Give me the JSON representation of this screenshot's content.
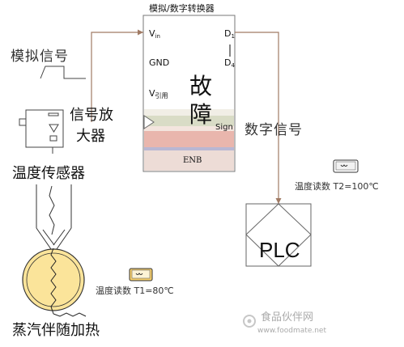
{
  "adc": {
    "title": "模拟/数字转换器",
    "vin": "V",
    "vin_sub": "in",
    "gnd": "GND",
    "vref": "V",
    "vref_sub": "引用",
    "d1": "D",
    "d1_sub": "1",
    "d4": "D",
    "d4_sub": "4",
    "fault_1": "故",
    "fault_2": "障",
    "sign": "Sign",
    "enb": "ENB"
  },
  "labels": {
    "analog_signal": "模拟信号",
    "amplifier_1": "信号放",
    "amplifier_2": "大器",
    "temp_sensor": "温度传感器",
    "digital_signal": "数字信号",
    "plc": "PLC",
    "reading_t2": "温度读数 T2=100℃",
    "reading_t1": "温度读数 T1=80℃",
    "steam_tracing": "蒸汽伴随加热",
    "watermark_1": "食品伙伴网",
    "watermark_2": "www.foodmate.net"
  },
  "colors": {
    "wire": "#a07a64",
    "adc_stripe_green": "#d9dcc6",
    "adc_stripe_pink": "#e9b6ad",
    "adc_stripe_blue": "#b9b7d3",
    "adc_stripe_light": "#eddcd6",
    "pipe_fill": "#fbe49a",
    "meter_fill": "#f7cf6c"
  }
}
